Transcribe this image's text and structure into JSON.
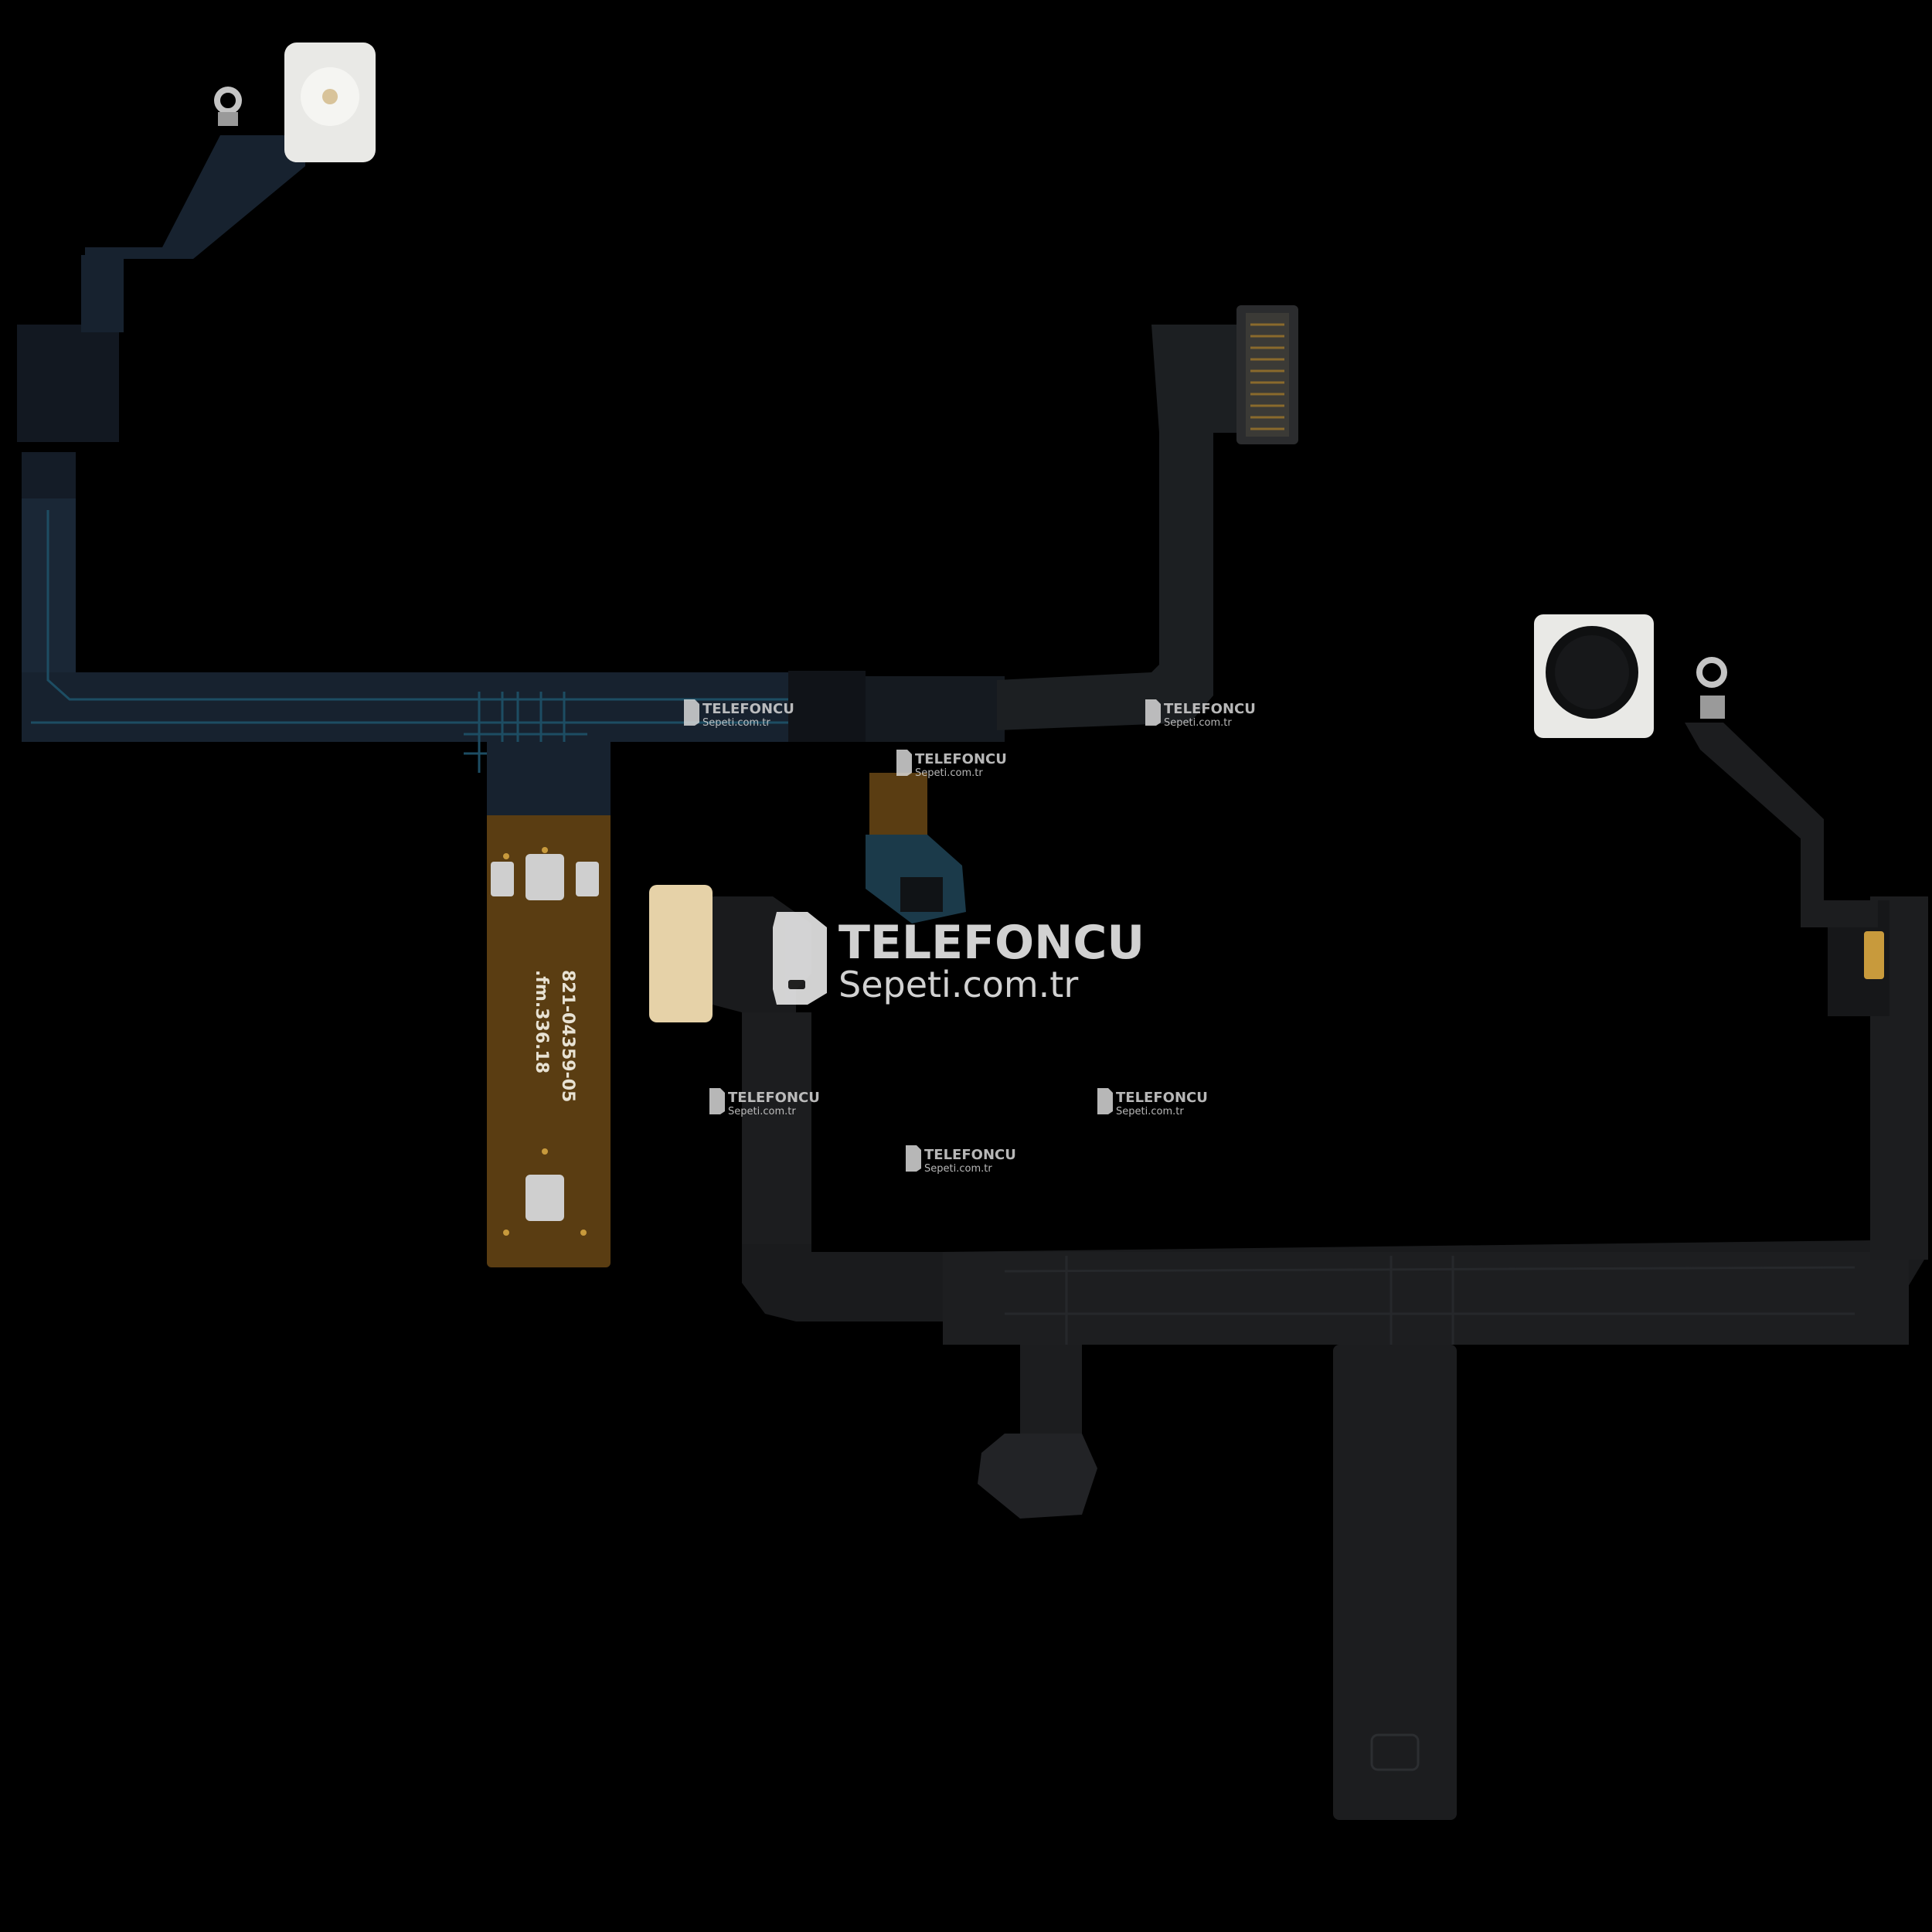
{
  "part_label": {
    "line1": "821-04359-05",
    "line2": ".fm.336.18"
  },
  "watermarks": [
    {
      "brand": "TELEFONCU",
      "site": "Sepeti.com.tr",
      "size": "large"
    },
    {
      "brand": "TELEFONCU",
      "site": "Sepeti.com.tr",
      "size": "small"
    },
    {
      "brand": "TELEFONCU",
      "site": "Sepeti.com.tr",
      "size": "small"
    },
    {
      "brand": "TELEFONCU",
      "site": "Sepeti.com.tr",
      "size": "small"
    },
    {
      "brand": "TELEFONCU",
      "site": "Sepeti.com.tr",
      "size": "small"
    },
    {
      "brand": "TELEFONCU",
      "site": "Sepeti.com.tr",
      "size": "small"
    },
    {
      "brand": "TELEFONCU",
      "site": "Sepeti.com.tr",
      "size": "small"
    }
  ],
  "colors": {
    "background": "#000000",
    "cable_blue": "#17222f",
    "cable_blue_trace": "#1d4d63",
    "cable_black": "#1a1b1d",
    "cable_black_edge": "#26282b",
    "stiffener_gold": "#5a3d12",
    "gold_pad": "#c89a3c",
    "flash_cap": "#e9e9e6",
    "mic_pad": "#e6d2a8",
    "connector_gold": "#8a6a2c",
    "metal_ring": "#c4c4c4"
  }
}
